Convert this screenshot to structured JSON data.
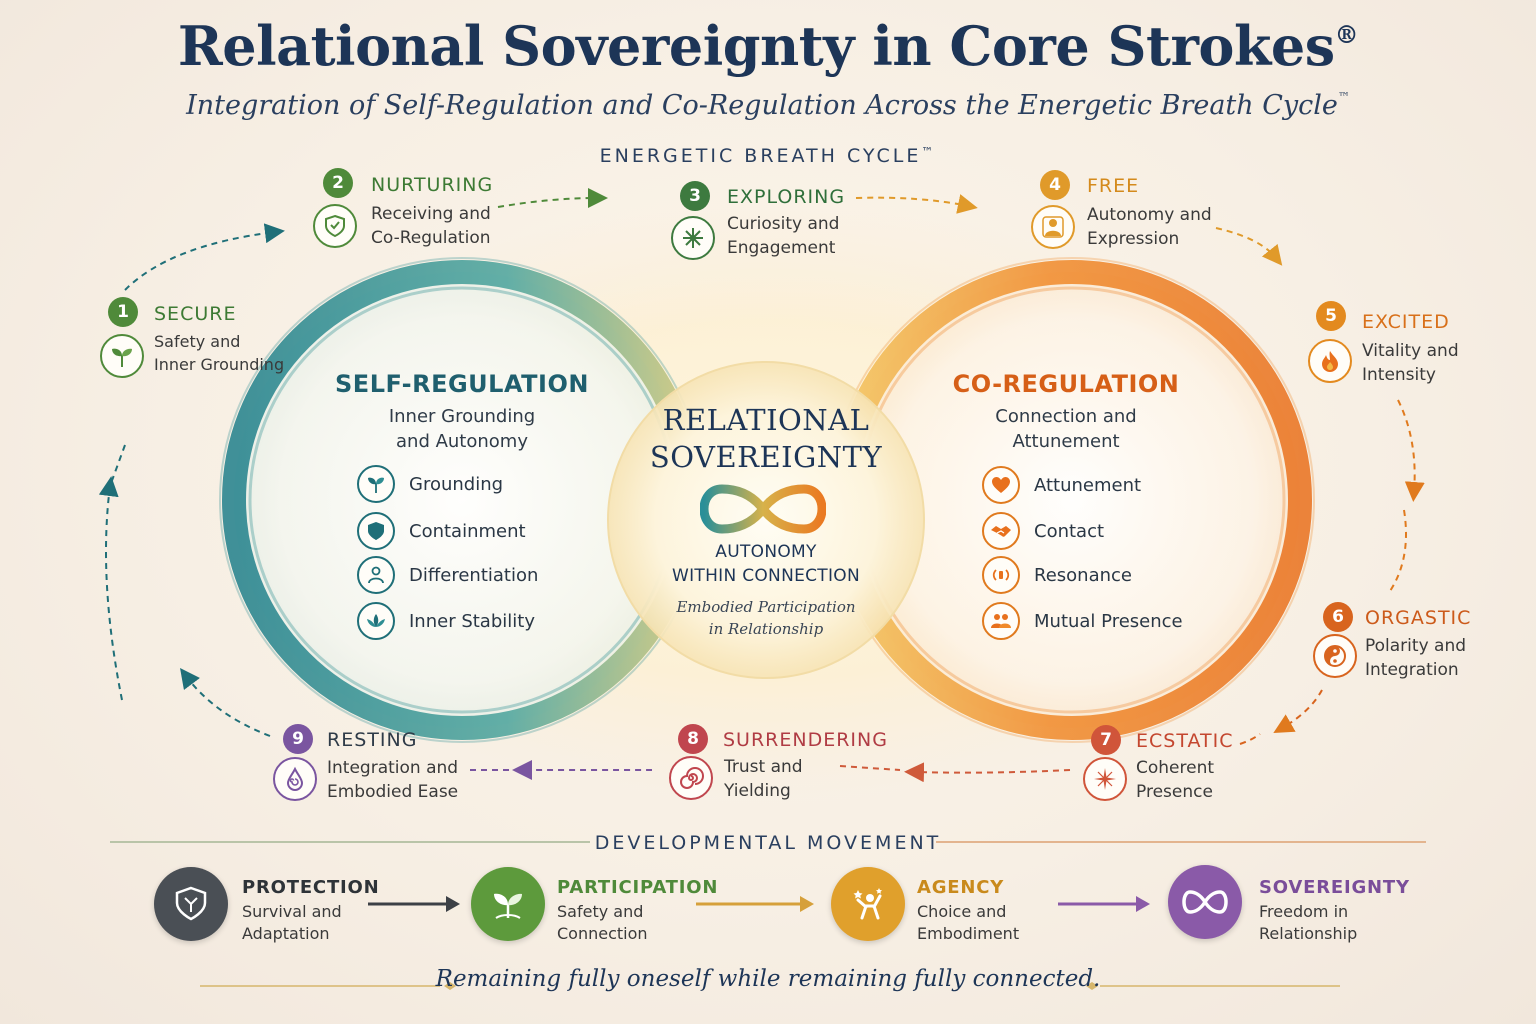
{
  "header": {
    "title": "Relational Sovereignty in Core Strokes",
    "title_mark": "®",
    "subtitle": "Integration of Self-Regulation and Co-Regulation Across the Energetic Breath Cycle",
    "subtitle_mark": "™",
    "cycle_label": "ENERGETIC BREATH CYCLE",
    "cycle_mark": "™"
  },
  "stages": [
    {
      "num": "1",
      "name": "SECURE",
      "desc1": "Safety and",
      "desc2": "Inner Grounding",
      "color": "#4f8a3a",
      "icon": "sprout-icon"
    },
    {
      "num": "2",
      "name": "NURTURING",
      "desc1": "Receiving and",
      "desc2": "Co-Regulation",
      "color": "#4f8a3a",
      "icon": "heart-shield-icon"
    },
    {
      "num": "3",
      "name": "EXPLORING",
      "desc1": "Curiosity and",
      "desc2": "Engagement",
      "color": "#3d7a3f",
      "icon": "star-burst-icon"
    },
    {
      "num": "4",
      "name": "FREE",
      "desc1": "Autonomy and",
      "desc2": "Expression",
      "color": "#e09a2a",
      "icon": "person-icon"
    },
    {
      "num": "5",
      "name": "EXCITED",
      "desc1": "Vitality and",
      "desc2": "Intensity",
      "color": "#e38a1f",
      "icon": "flame-icon"
    },
    {
      "num": "6",
      "name": "ORGASTIC",
      "desc1": "Polarity and",
      "desc2": "Integration",
      "color": "#d8641e",
      "icon": "yin-yang-icon"
    },
    {
      "num": "7",
      "name": "ECSTATIC",
      "desc1": "Coherent",
      "desc2": "Presence",
      "color": "#d0553a",
      "icon": "radiant-star-icon"
    },
    {
      "num": "8",
      "name": "SURRENDERING",
      "desc1": "Trust and",
      "desc2": "Yielding",
      "color": "#c0464e",
      "icon": "spiral-icon"
    },
    {
      "num": "9",
      "name": "RESTING",
      "desc1": "Integration and",
      "desc2": "Embodied Ease",
      "color": "#7a55a0",
      "icon": "drop-icon"
    }
  ],
  "self_regulation": {
    "title": "SELF-REGULATION",
    "sub1": "Inner Grounding",
    "sub2": "and Autonomy",
    "color": "#1f6f78",
    "items": [
      {
        "label": "Grounding",
        "icon": "leaf-icon"
      },
      {
        "label": "Containment",
        "icon": "shield-icon"
      },
      {
        "label": "Differentiation",
        "icon": "person-icon"
      },
      {
        "label": "Inner Stability",
        "icon": "lotus-icon"
      }
    ]
  },
  "co_regulation": {
    "title": "CO-REGULATION",
    "sub1": "Connection and",
    "sub2": "Attunement",
    "color": "#d65f17",
    "items": [
      {
        "label": "Attunement",
        "icon": "heart-icon"
      },
      {
        "label": "Contact",
        "icon": "handshake-icon"
      },
      {
        "label": "Resonance",
        "icon": "sound-waves-icon"
      },
      {
        "label": "Mutual Presence",
        "icon": "people-icon"
      }
    ]
  },
  "center": {
    "title1": "RELATIONAL",
    "title2": "SOVEREIGNTY",
    "sub1": "AUTONOMY",
    "sub2": "WITHIN CONNECTION",
    "ital1": "Embodied Participation",
    "ital2": "in Relationship",
    "icon": "infinity-icon"
  },
  "development": {
    "label": "DEVELOPMENTAL MOVEMENT",
    "steps": [
      {
        "name": "PROTECTION",
        "desc1": "Survival and",
        "desc2": "Adaptation",
        "color": "#4a4f55",
        "name_color": "#2e3338",
        "icon": "shield-icon"
      },
      {
        "name": "PARTICIPATION",
        "desc1": "Safety and",
        "desc2": "Connection",
        "color": "#5d9a3c",
        "name_color": "#4f8a3a",
        "icon": "sprout-icon"
      },
      {
        "name": "AGENCY",
        "desc1": "Choice and",
        "desc2": "Embodiment",
        "color": "#e0a02c",
        "name_color": "#c98a1c",
        "icon": "star-person-icon"
      },
      {
        "name": "SOVEREIGNTY",
        "desc1": "Freedom in",
        "desc2": "Relationship",
        "color": "#8a5aa8",
        "name_color": "#7a4d9a",
        "icon": "infinity-icon"
      }
    ]
  },
  "tagline": "Remaining fully oneself while remaining fully connected."
}
